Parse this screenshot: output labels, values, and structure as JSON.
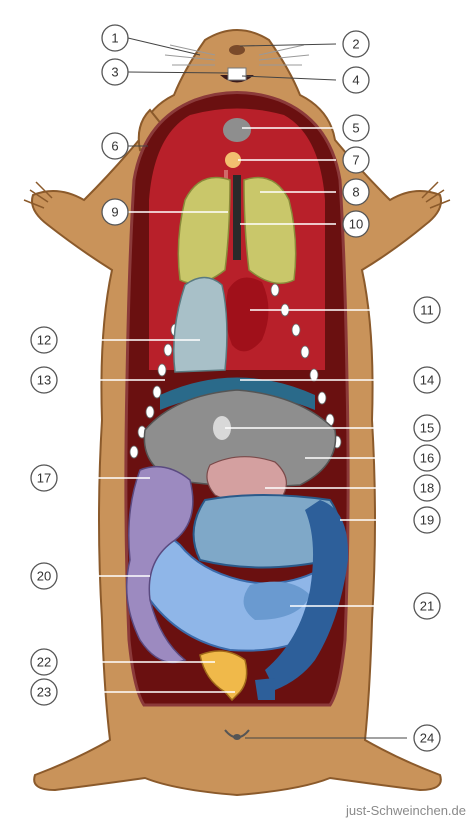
{
  "labels": {
    "l1": "1",
    "l2": "2",
    "l3": "3",
    "l4": "4",
    "l5": "5",
    "l6": "6",
    "l7": "7",
    "l8": "8",
    "l9": "9",
    "l10": "10",
    "l11": "11",
    "l12": "12",
    "l13": "13",
    "l14": "14",
    "l15": "15",
    "l16": "16",
    "l17": "17",
    "l18": "18",
    "l19": "19",
    "l20": "20",
    "l21": "21",
    "l22": "22",
    "l23": "23",
    "l24": "24"
  },
  "watermark": "just-Schweinchen.de",
  "colors": {
    "fur": "#c9935a",
    "cavity_dark": "#6a1010",
    "cavity_red": "#b8202a",
    "lung": "#c9c76a",
    "heart": "#a0101a",
    "liver": "#8e8e8e",
    "stomach": "#7fa8c8",
    "intestine_blue": "#8fb6e8",
    "colon_purple": "#9c8ac0",
    "cecum_blue": "#2d5f9a",
    "diaphragm": "#2a6a8a",
    "bladder": "#f0b94a"
  }
}
